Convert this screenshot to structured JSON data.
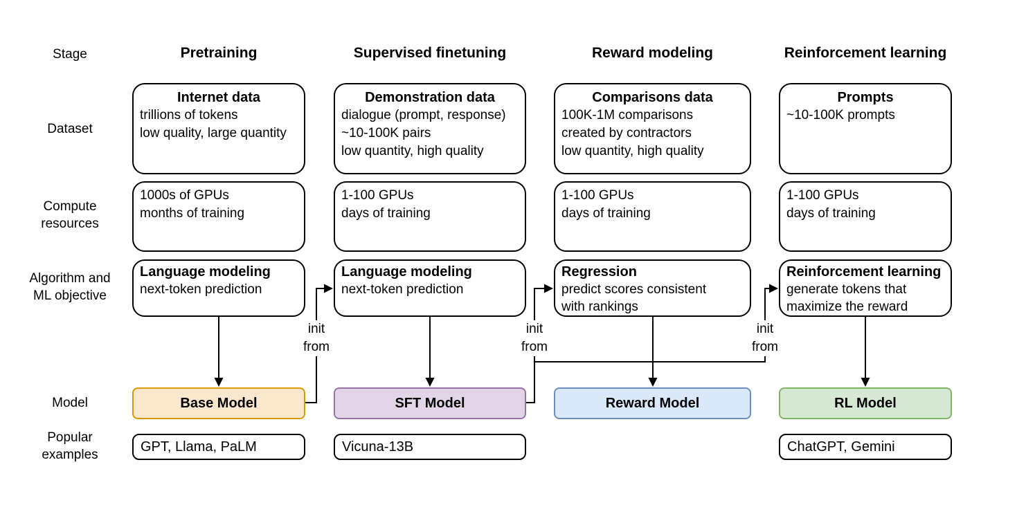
{
  "row_labels": {
    "stage": "Stage",
    "dataset": "Dataset",
    "compute": [
      "Compute",
      "resources"
    ],
    "algorithm": [
      "Algorithm and",
      "ML objective"
    ],
    "model": "Model",
    "examples": [
      "Popular",
      "examples"
    ]
  },
  "columns": [
    {
      "stage": "Pretraining",
      "dataset": {
        "title": "Internet data",
        "lines": [
          "trillions of tokens",
          "low quality, large quantity"
        ]
      },
      "compute": {
        "lines": [
          "1000s of GPUs",
          "months of training"
        ]
      },
      "algorithm": {
        "title": "Language modeling",
        "lines": [
          "next-token prediction"
        ]
      },
      "model": {
        "label": "Base Model",
        "fill": "#FAE7CD",
        "border": "#D79B00"
      },
      "examples": "GPT, Llama, PaLM"
    },
    {
      "stage": "Supervised finetuning",
      "dataset": {
        "title": "Demonstration data",
        "lines": [
          "dialogue (prompt, response)",
          "~10-100K pairs",
          "low quantity, high quality"
        ]
      },
      "compute": {
        "lines": [
          "1-100 GPUs",
          "days of training"
        ]
      },
      "algorithm": {
        "title": "Language modeling",
        "lines": [
          "next-token prediction"
        ]
      },
      "model": {
        "label": "SFT Model",
        "fill": "#E1D5E7",
        "border": "#9673A6"
      },
      "examples": "Vicuna-13B"
    },
    {
      "stage": "Reward modeling",
      "dataset": {
        "title": "Comparisons data",
        "lines": [
          "100K-1M comparisons",
          "created by contractors",
          "low quantity, high quality"
        ]
      },
      "compute": {
        "lines": [
          "1-100 GPUs",
          "days of training"
        ]
      },
      "algorithm": {
        "title": "Regression",
        "lines": [
          "predict scores consistent",
          "with rankings"
        ]
      },
      "model": {
        "label": "Reward Model",
        "fill": "#DAE8FC",
        "border": "#6C8EBF"
      }
    },
    {
      "stage": "Reinforcement learning",
      "dataset": {
        "title": "Prompts",
        "lines": [
          "~10-100K prompts"
        ]
      },
      "compute": {
        "lines": [
          "1-100 GPUs",
          "days of training"
        ]
      },
      "algorithm": {
        "title": "Reinforcement learning",
        "lines": [
          "generate tokens that",
          "maximize the reward"
        ]
      },
      "model": {
        "label": "RL Model",
        "fill": "#D5E8D4",
        "border": "#82B366"
      },
      "examples": "ChatGPT, Gemini"
    }
  ],
  "connector_labels": {
    "init_from": [
      "init",
      "from"
    ]
  },
  "connector_color": "#000000"
}
